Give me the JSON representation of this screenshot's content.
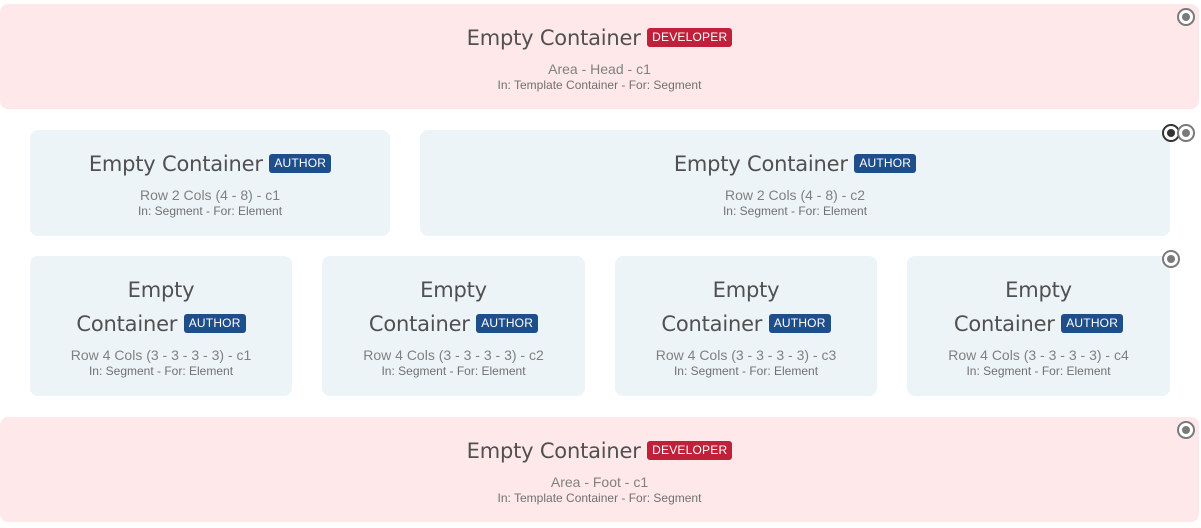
{
  "head": {
    "title": "Empty Container",
    "badge": "DEVELOPER",
    "name": "Area - Head - c1",
    "meta": "In: Template Container - For: Segment"
  },
  "row2": [
    {
      "title": "Empty Container",
      "badge": "AUTHOR",
      "name": "Row 2 Cols (4 - 8) - c1",
      "meta": "In: Segment - For: Element"
    },
    {
      "title": "Empty Container",
      "badge": "AUTHOR",
      "name": "Row 2 Cols (4 - 8) - c2",
      "meta": "In: Segment - For: Element"
    }
  ],
  "row4": [
    {
      "title_line1": "Empty",
      "title_line2": "Container",
      "badge": "AUTHOR",
      "name": "Row 4 Cols (3 - 3 - 3 - 3) - c1",
      "meta": "In: Segment - For: Element"
    },
    {
      "title_line1": "Empty",
      "title_line2": "Container",
      "badge": "AUTHOR",
      "name": "Row 4 Cols (3 - 3 - 3 - 3) - c2",
      "meta": "In: Segment - For: Element"
    },
    {
      "title_line1": "Empty",
      "title_line2": "Container",
      "badge": "AUTHOR",
      "name": "Row 4 Cols (3 - 3 - 3 - 3) - c3",
      "meta": "In: Segment - For: Element"
    },
    {
      "title_line1": "Empty",
      "title_line2": "Container",
      "badge": "AUTHOR",
      "name": "Row 4 Cols (3 - 3 - 3 - 3) - c4",
      "meta": "In: Segment - For: Element"
    }
  ],
  "foot": {
    "title": "Empty Container",
    "badge": "DEVELOPER",
    "name": "Area - Foot - c1",
    "meta": "In: Template Container - For: Segment"
  },
  "icons": {
    "settings": "target-icon"
  },
  "colors": {
    "developer_badge": "#c0203a",
    "author_badge": "#1f4f8b",
    "area_background": "#ffe8ea",
    "cell_background": "#edf4f8"
  }
}
